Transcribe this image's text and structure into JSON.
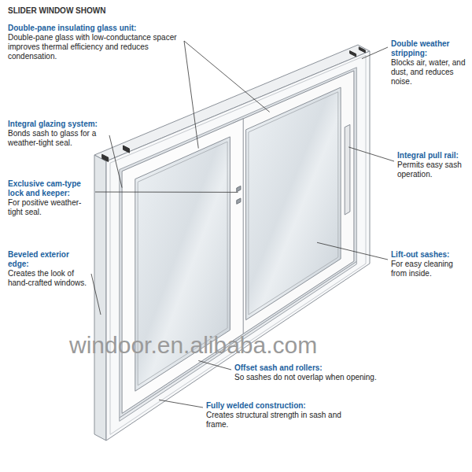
{
  "diagram": {
    "title": "SLIDER WINDOW SHOWN",
    "labels": [
      "Double-pane insulating glass unit:",
      "Double-pane glass with low-conductance spacer improves thermal efficiency and reduces condensation.",
      "Integral glazing system:",
      "Bonds sash to glass for a weather-tight seal.",
      "Exclusive cam-type lock and keeper:",
      "For positive weather-tight seal.",
      "Beveled exterior edge:",
      "Creates the look of hand-crafted windows.",
      "Double weather stripping:",
      "Blocks air, water, and dust, and reduces noise.",
      "Integral pull rail:",
      "Permits easy sash operation.",
      "Lift-out sashes:",
      "For easy cleaning from inside.",
      "Offset sash and rollers:",
      "So sashes do not overlap when opening.",
      "Fully welded construction:",
      "Creates structural strength in sash and frame.",
      "windoor.en.alibaba.com"
    ]
  }
}
